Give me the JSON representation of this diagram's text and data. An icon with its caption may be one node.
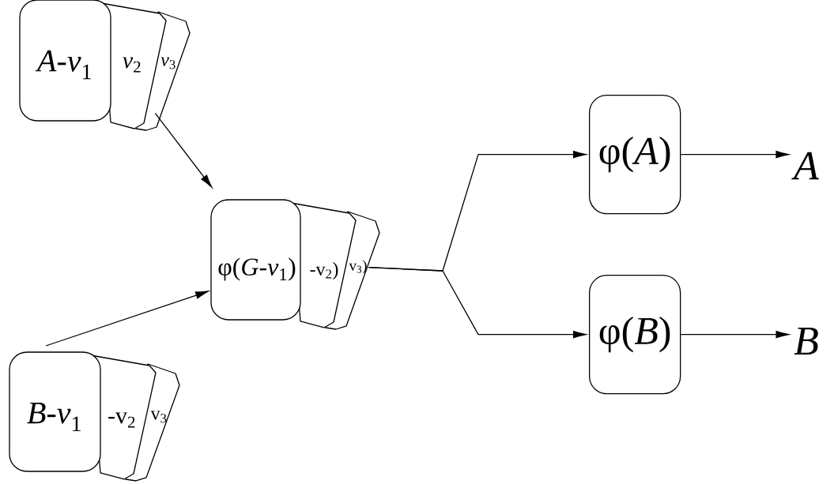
{
  "diagram": {
    "nodes": [
      {
        "text": [
          "*A*-*v*$_{1}$",
          "*v*$_{2}$",
          "*v*$_{3}$"
        ]
      },
      {
        "text": [
          "φ(*G*-*v*$_{1}$)",
          "-v$_{2}$)",
          "v$_{3}$)"
        ]
      },
      {
        "text": [
          "*B*-*v*$_{1}$",
          "-v$_{2}$",
          "v$_{3}$"
        ]
      },
      {
        "text": [
          "φ(*A*)"
        ]
      },
      {
        "text": [
          "φ(*B*)"
        ]
      },
      {
        "text": [
          "*A*"
        ]
      },
      {
        "text": [
          "*B*"
        ]
      }
    ],
    "edges": [
      {
        "from": 0,
        "to": 1,
        "arrow": "to"
      },
      {
        "from": 2,
        "to": 1,
        "arrow": "to"
      },
      {
        "from": 1,
        "to": 3,
        "arrow": "to"
      },
      {
        "from": 1,
        "to": 4,
        "arrow": "to"
      },
      {
        "from": 3,
        "to": 5,
        "arrow": "to"
      },
      {
        "from": 4,
        "to": 6,
        "arrow": "to"
      }
    ]
  }
}
